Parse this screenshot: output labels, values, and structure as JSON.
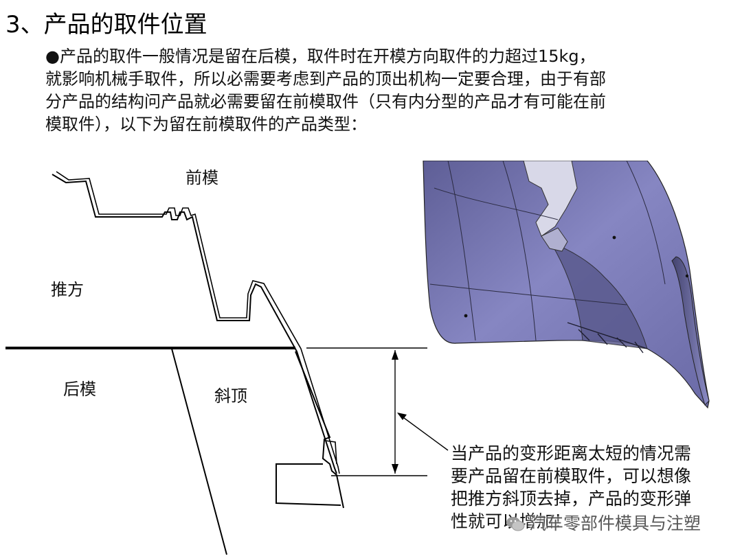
{
  "heading": {
    "title": "3、产品的取件位置"
  },
  "intro": {
    "lines": [
      "●产品的取件一般情况是留在后模，取件时在开模方向取件的力超过15kg，",
      "就影响机械手取件，所以必需要考虑到产品的顶出机构一定要合理，由于有部",
      "分产品的结构问产品就必需要留在前模取件（只有内分型的产品才有可能在前",
      "模取件），以下为留在前模取件的产品类型："
    ]
  },
  "diagram": {
    "labels": {
      "front_mold": "前模",
      "push_block": "推方",
      "rear_mold": "后模",
      "lifter": "斜顶"
    },
    "callout": {
      "lines": [
        "当产品的变形距离太短的情况需",
        "要产品留在前模取件，可以想像",
        "把推方斜顶去掉，产品的变形弹",
        "性就可以增加！"
      ]
    }
  },
  "photo": {
    "part_color": "#7a7ab8",
    "icon": "cad-bumper-render"
  },
  "watermark": {
    "text": "汽车零部件模具与注塑",
    "icon": "wechat-icon"
  }
}
